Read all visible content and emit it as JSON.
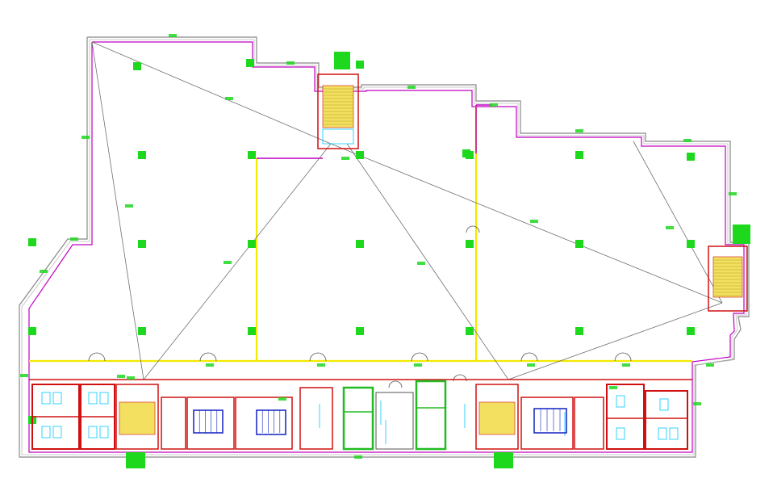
{
  "drawing": {
    "kind": "architectural floor plan",
    "background": "#ffffff",
    "colors": {
      "outer_wall": "#888888",
      "perimeter": "#c000c0",
      "grid_line": "#f2e800",
      "column": "#1ed81e",
      "wall": "#d01010",
      "fixture": "#00c8ff",
      "stair": "#f4e060",
      "diagonal": "#707070",
      "elevator": "#22bb22",
      "desk": "#1020c0"
    },
    "columns_grid": {
      "rows": 3,
      "cols": 6
    },
    "dimension_labels_legible": false
  }
}
